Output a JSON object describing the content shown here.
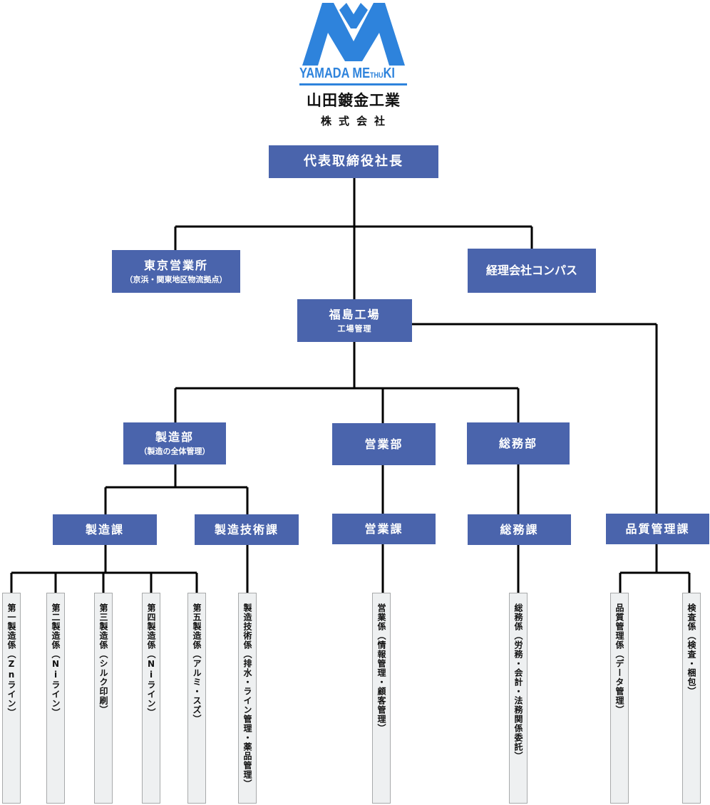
{
  "logo": {
    "brand_main": "YAMADA ME",
    "brand_small": "THU",
    "brand_end": "KI",
    "company_name": "山田鍍金工業",
    "company_type": "株式会社",
    "color": "#2e83dc"
  },
  "colors": {
    "box": "#4a64ac",
    "leaf_bg": "#eef0f1",
    "leaf_border": "#a8aaab",
    "line": "#000000"
  },
  "nodes": {
    "ceo": {
      "title": "代表取締役社長"
    },
    "tokyo": {
      "title": "東京営業所",
      "sub": "（京浜・関東地区物流拠点）"
    },
    "accounting": {
      "title": "経理会社コンパス"
    },
    "fukushima": {
      "title": "福島工場",
      "sub": "工場管理"
    },
    "manufacturing_dept": {
      "title": "製造部",
      "sub": "（製造の全体管理）"
    },
    "sales_dept": {
      "title": "営業部"
    },
    "general_dept": {
      "title": "総務部"
    },
    "manufacturing_sec": {
      "title": "製造課"
    },
    "mfg_tech_sec": {
      "title": "製造技術課"
    },
    "sales_sec": {
      "title": "営業課"
    },
    "general_sec": {
      "title": "総務課"
    },
    "quality_sec": {
      "title": "品質管理課"
    }
  },
  "leaves": {
    "m1": "第一製造係（Znライン）",
    "m2": "第二製造係（Niライン）",
    "m3": "第三製造係（シルク印刷）",
    "m4": "第四製造係（Niライン）",
    "m5": "第五製造係（アルミ・スズ）",
    "tech": "製造技術係（排水・ライン管理・薬品管理）",
    "sales": "営業係（情報管理・顧客管理）",
    "general": "総務係（労務・会計・法務関係委託）",
    "quality": "品質管理係（データ管理）",
    "inspect": "検査係（検査・梱包）"
  }
}
